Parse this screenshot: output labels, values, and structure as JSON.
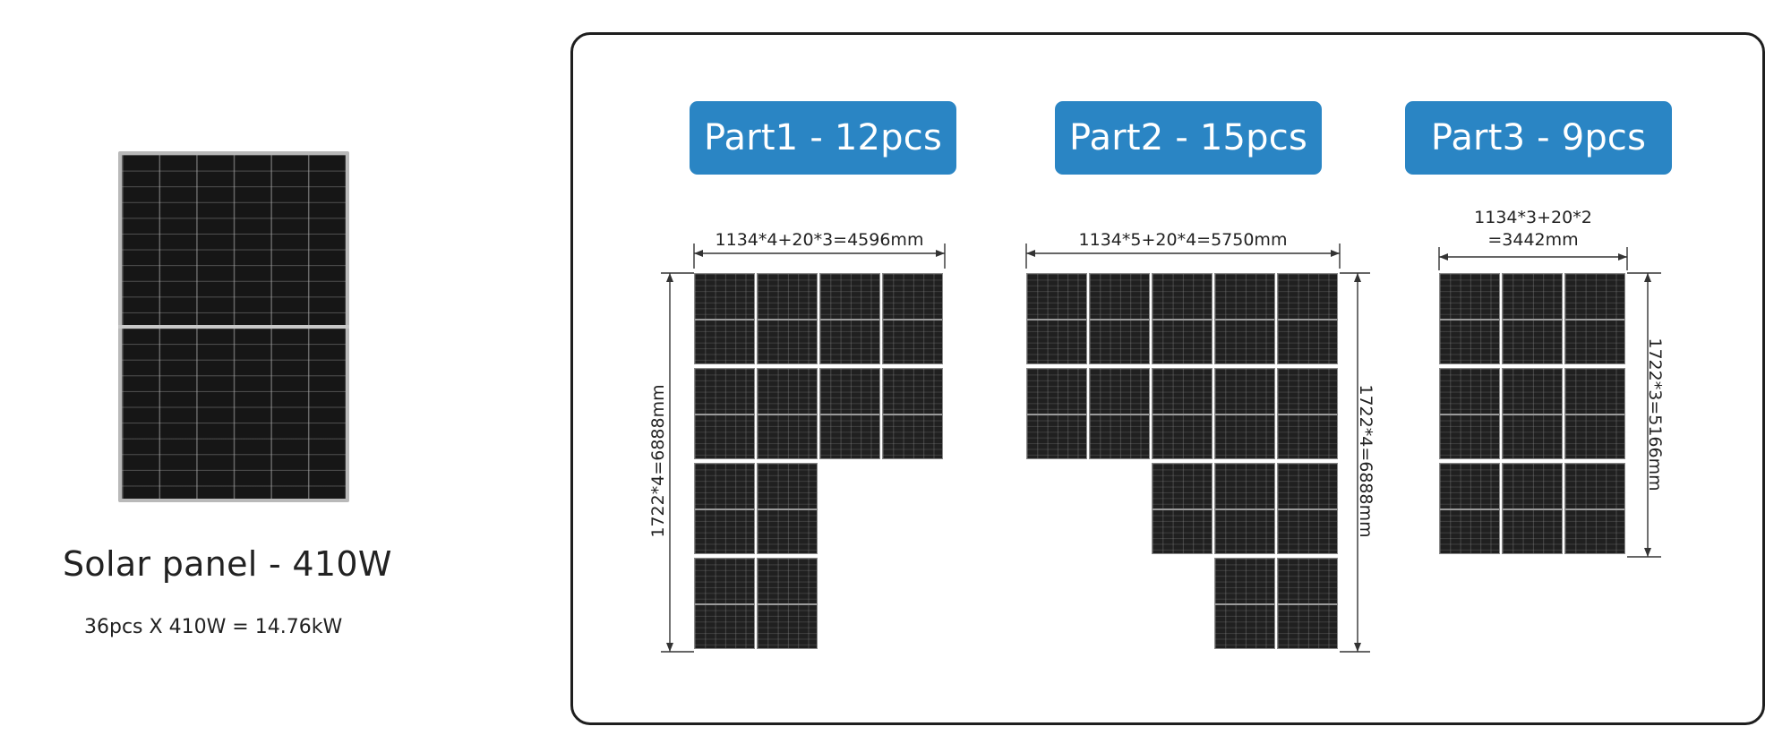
{
  "product": {
    "title": "Solar panel - 410W",
    "summary": "36pcs X 410W = 14.76kW"
  },
  "parts": [
    {
      "label": "Part1 - 12pcs",
      "width_label": "1134*4+20*3=4596mm",
      "height_label": "1722*4=6888mm",
      "rows": [
        [
          1,
          1,
          1,
          1
        ],
        [
          1,
          1,
          1,
          1
        ],
        [
          1,
          1,
          0,
          0
        ],
        [
          1,
          1,
          0,
          0
        ]
      ]
    },
    {
      "label": "Part2 - 15pcs",
      "width_label": "1134*5+20*4=5750mm",
      "height_label": "1722*4=6888mm",
      "rows": [
        [
          1,
          1,
          1,
          1,
          1
        ],
        [
          1,
          1,
          1,
          1,
          1
        ],
        [
          0,
          0,
          1,
          1,
          1
        ],
        [
          0,
          0,
          0,
          1,
          1
        ]
      ]
    },
    {
      "label": "Part3 - 9pcs",
      "width_label_line1": "1134*3+20*2",
      "width_label_line2": "=3442mm",
      "height_label": "1722*3=5166mm",
      "rows": [
        [
          1,
          1,
          1
        ],
        [
          1,
          1,
          1
        ],
        [
          1,
          1,
          1
        ]
      ]
    }
  ],
  "colors": {
    "badge": "#2a85c4",
    "panel_cell": "#202020",
    "frame": "#1e1e1e"
  }
}
